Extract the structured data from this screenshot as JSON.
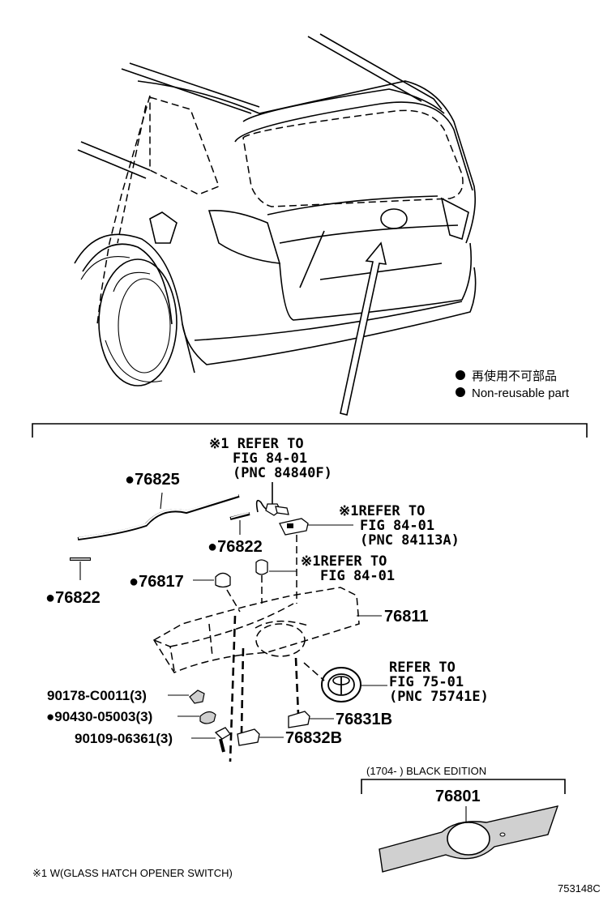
{
  "legend": {
    "jp": "再使用不可部品",
    "en": "Non-reusable part"
  },
  "refs": {
    "r1": [
      "※1 REFER TO",
      "FIG 84-01",
      "(PNC 84840F)"
    ],
    "r2": [
      "※1REFER TO",
      "FIG 84-01",
      "(PNC 84113A)"
    ],
    "r3": [
      "※1REFER TO",
      "FIG 84-01"
    ],
    "r4": [
      "REFER TO",
      "FIG 75-01",
      "(PNC 75741E)"
    ]
  },
  "parts": {
    "p76825": "●76825",
    "p76822a": "●76822",
    "p76822b": "●76822",
    "p76817": "●76817",
    "p76811": "76811",
    "p90178": "90178-C0011(3)",
    "p90430": "●90430-05003(3)",
    "p90109": "90109-06361(3)",
    "p76831": "76831B",
    "p76832": "76832B",
    "p76801": "76801"
  },
  "edition": {
    "label": "(1704-      ) BLACK EDITION"
  },
  "footnote": "※1 W(GLASS HATCH OPENER SWITCH)",
  "figure_code": "753148C"
}
